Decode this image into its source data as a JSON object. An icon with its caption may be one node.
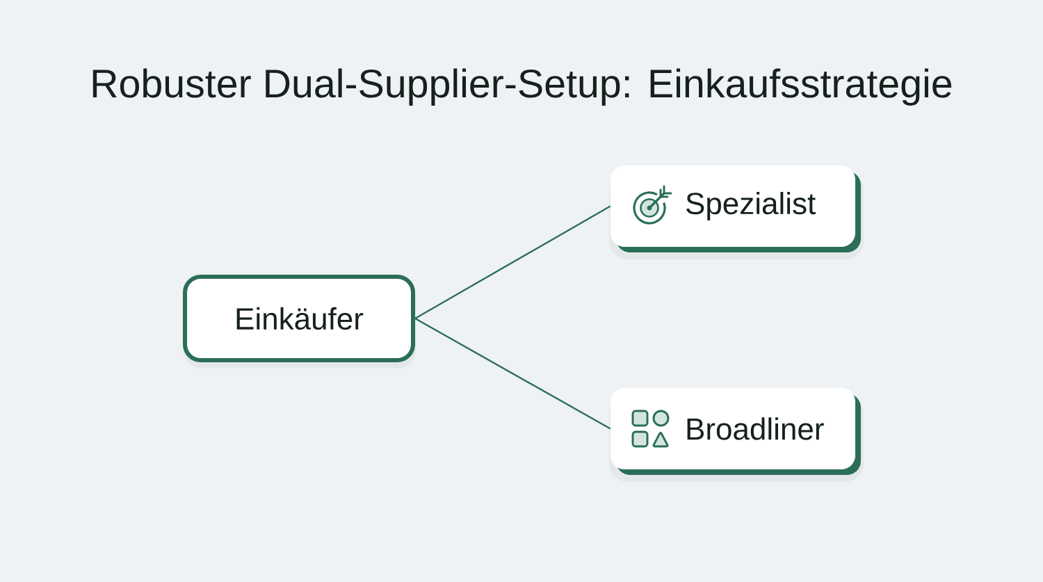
{
  "diagram": {
    "title": "Robuster Dual-Supplier-Setup: Einkaufsstrategie",
    "nodes": [
      {
        "text": [
          "Einkäufer"
        ]
      },
      {
        "text": [
          "Spezialist"
        ]
      },
      {
        "text": [
          "Broadliner"
        ]
      }
    ],
    "edges": [
      {
        "from": 0,
        "to": 1,
        "arrow": "none"
      },
      {
        "from": 0,
        "to": 2,
        "arrow": "none"
      }
    ]
  }
}
